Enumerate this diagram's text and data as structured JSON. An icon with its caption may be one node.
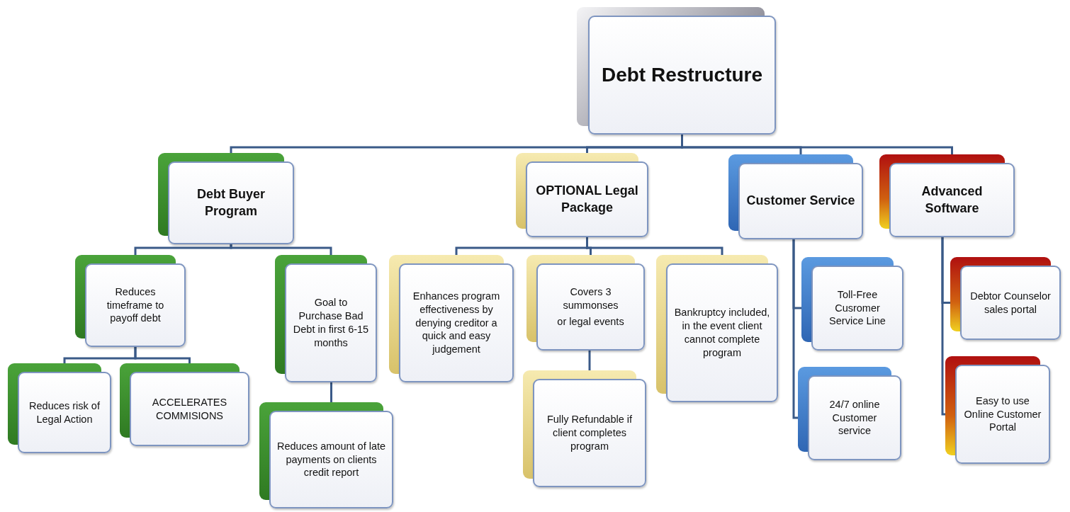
{
  "diagram": {
    "nodes": [
      {
        "text": [
          "Debt Restructure"
        ]
      },
      {
        "text": [
          "Debt Buyer Program"
        ]
      },
      {
        "text": [
          "OPTIONAL Legal Package"
        ]
      },
      {
        "text": [
          "Customer Service"
        ]
      },
      {
        "text": [
          "Advanced Software"
        ]
      },
      {
        "text": [
          "Reduces timeframe to payoff debt"
        ]
      },
      {
        "text": [
          "Goal to Purchase Bad Debt in first 6-15 months"
        ]
      },
      {
        "text": [
          "Reduces risk of Legal Action"
        ]
      },
      {
        "text": [
          "ACCELERATES COMMISIONS"
        ]
      },
      {
        "text": [
          "Reduces amount of late payments on clients credit report"
        ]
      },
      {
        "text": [
          "Enhances program effectiveness by denying creditor a quick and easy judgement"
        ]
      },
      {
        "text": [
          "Covers 3 summonses",
          "or legal events"
        ]
      },
      {
        "text": [
          "Bankruptcy included, in the event client cannot complete program"
        ]
      },
      {
        "text": [
          "Fully Refundable if client completes program"
        ]
      },
      {
        "text": [
          "Toll-Free Cusromer Service Line"
        ]
      },
      {
        "text": [
          "24/7 online Customer service"
        ]
      },
      {
        "text": [
          "Debtor Counselor sales portal"
        ]
      },
      {
        "text": [
          "Easy to use Online Customer Portal"
        ]
      }
    ],
    "edges": [
      {
        "from": 0,
        "to": 1,
        "arrow": "none"
      },
      {
        "from": 0,
        "to": 2,
        "arrow": "none"
      },
      {
        "from": 0,
        "to": 3,
        "arrow": "none"
      },
      {
        "from": 0,
        "to": 4,
        "arrow": "none"
      },
      {
        "from": 1,
        "to": 5,
        "arrow": "none"
      },
      {
        "from": 1,
        "to": 6,
        "arrow": "none"
      },
      {
        "from": 5,
        "to": 7,
        "arrow": "none"
      },
      {
        "from": 5,
        "to": 8,
        "arrow": "none"
      },
      {
        "from": 6,
        "to": 9,
        "arrow": "none"
      },
      {
        "from": 2,
        "to": 10,
        "arrow": "none"
      },
      {
        "from": 2,
        "to": 11,
        "arrow": "none"
      },
      {
        "from": 2,
        "to": 12,
        "arrow": "none"
      },
      {
        "from": 11,
        "to": 13,
        "arrow": "none"
      },
      {
        "from": 3,
        "to": 14,
        "arrow": "none"
      },
      {
        "from": 3,
        "to": 15,
        "arrow": "none"
      },
      {
        "from": 4,
        "to": 16,
        "arrow": "none"
      },
      {
        "from": 4,
        "to": 17,
        "arrow": "none"
      }
    ]
  }
}
